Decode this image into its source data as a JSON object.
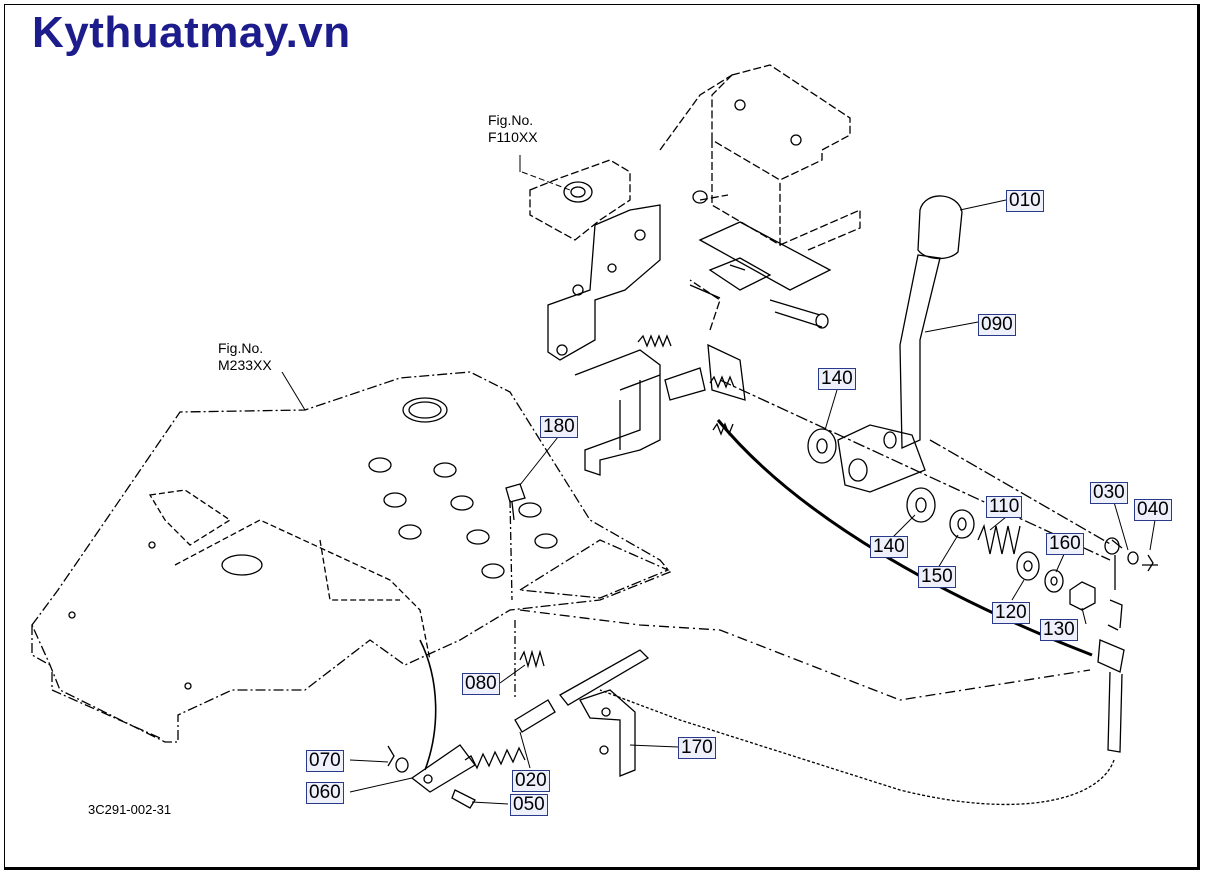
{
  "brand": {
    "text": "Kythuatmay.vn",
    "color": "#1c1c8c"
  },
  "figure_refs": [
    {
      "line1": "Fig.No.",
      "line2": "F110XX"
    },
    {
      "line1": "Fig.No.",
      "line2": "M233XX"
    }
  ],
  "diagram_code": "3C291-002-31",
  "part_labels": {
    "p010": "010",
    "p090": "090",
    "p140a": "140",
    "p140b": "140",
    "p110": "110",
    "p150": "150",
    "p120": "120",
    "p160": "160",
    "p130": "130",
    "p030": "030",
    "p040": "040",
    "p180": "180",
    "p080": "080",
    "p170": "170",
    "p070": "070",
    "p060": "060",
    "p020": "020",
    "p050": "050"
  },
  "colors": {
    "label_border": "#2a3a8a",
    "label_fill": "#eef0fb",
    "line": "#000000"
  }
}
